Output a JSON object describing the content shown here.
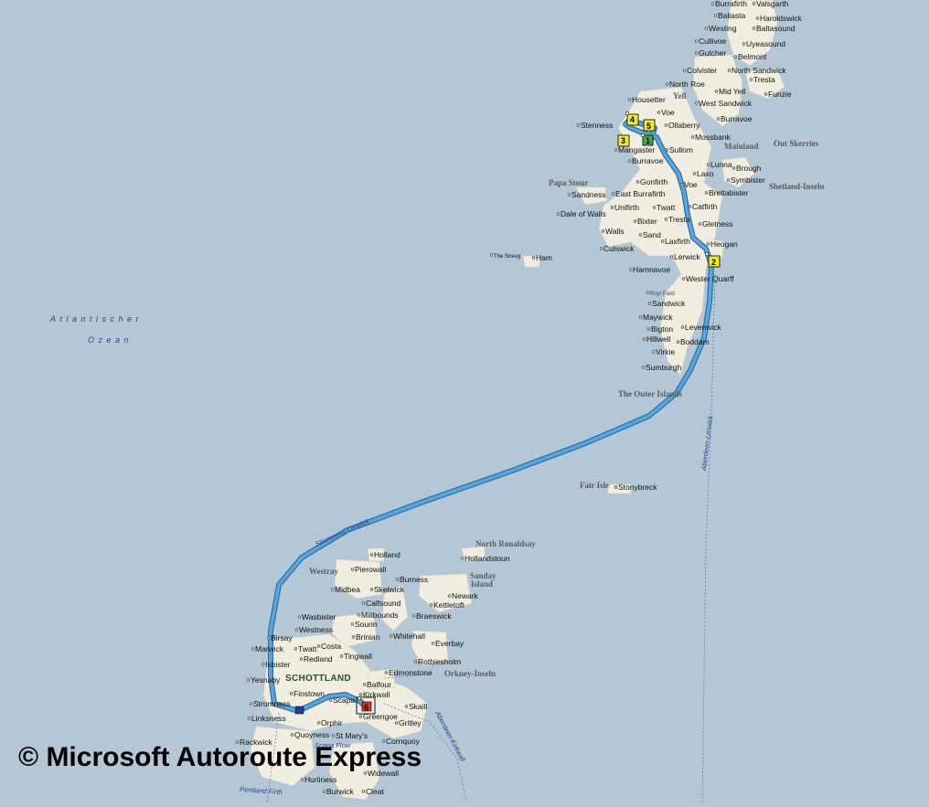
{
  "title": "",
  "copyright": "© Microsoft Autoroute Express",
  "sea_labels": {
    "ocean_line1": "Atlantischer",
    "ocean_line2": "Ozean"
  },
  "region_labels": {
    "yell": "Yell",
    "mainland_shetland": "Mainland",
    "out_skerries": "Out Skerries",
    "papa_stour": "Papa Stour",
    "shetland_inseln": "Shetland-Inseln",
    "outer_islands": "The Outer Islands",
    "fair_isle": "Fair Isle",
    "north_ronaldsay": "North Ronaldsay",
    "westray": "Westray",
    "sanday_line1": "Sanday",
    "sanday_line2": "Island",
    "orkney_inseln": "Orkney-Inseln",
    "schottland": "SCHOTTLAND",
    "the_sneug": "The Sneug",
    "royl_field": "Royl Field"
  },
  "ferry_labels": {
    "aberdeen_lerwick": "Aberdeen-Lerwick",
    "stromness_lerwick": "Stromness-Lerwick",
    "aberdeen_kirkwall": "Aberdeen-Kirkwall",
    "scapa_flow": "Scapa Flow",
    "pentland_firth": "Pentland Firth"
  },
  "shetland_places": {
    "burrafirth": "Burrafirth",
    "valsgarth": "Valsgarth",
    "baliasta": "Baliasta",
    "haroldswick": "Haroldswick",
    "westing": "Westing",
    "baltasound": "Baltasound",
    "cullivoe": "Cullivoe",
    "uyeasound": "Uyeasound",
    "gutcher": "Gutcher",
    "belmont": "Belmont",
    "colvister": "Colvister",
    "north_sandwick": "North Sandwick",
    "tresta_n": "Tresta",
    "north_roe": "North Roe",
    "mid_yell": "Mid Yell",
    "funzie": "Funzie",
    "housetter": "Housetter",
    "west_sandwick": "West Sandwick",
    "voe_n": "Voe",
    "burravoe_e": "Burravoe",
    "stenness": "Stenness",
    "ollaberry": "Ollaberry",
    "mossbank": "Mossbank",
    "sullom": "Sullom",
    "mangaster": "Mangaster",
    "burravoe_w": "Burravoe",
    "lunna": "Lunna",
    "laxo": "Laxo",
    "brough": "Brough",
    "symbister": "Symbister",
    "gonfirth": "Gonfirth",
    "voe_s": "Voe",
    "sandness": "Sandness",
    "east_burrafirth": "East Burrafirth",
    "brettabister": "Brettabister",
    "catfirth": "Catfirth",
    "unifirth": "Unifirth",
    "twatt_s": "Twatt",
    "dale_of_walls": "Dale of Walls",
    "bixter": "Bixter",
    "tresta_s": "Tresta",
    "gletness": "Gletness",
    "walls": "Walls",
    "sand": "Sand",
    "laxfirth": "Laxfirth",
    "heogan": "Heogan",
    "culswick": "Culswick",
    "lerwick": "Lerwick",
    "ham": "Ham",
    "hamnavoe": "Hamnavoe",
    "wester_quarff": "Wester Quarff",
    "sandwick": "Sandwick",
    "maywick": "Maywick",
    "bigton": "Bigton",
    "levenwick": "Levenwick",
    "hillwell": "Hillwell",
    "boddam": "Boddam",
    "virkie": "Virkie",
    "sumburgh": "Sumburgh",
    "stonybreck": "Stonybreck"
  },
  "orkney_places": {
    "hollandstoun": "Hollandstoun",
    "holland": "Holland",
    "pierowall": "Pierowall",
    "burness": "Burness",
    "midbea": "Midbea",
    "skelwick": "Skelwick",
    "newark": "Newark",
    "calfsound": "Calfsound",
    "kettletoft": "Kettletoft",
    "millbounds": "Millbounds",
    "braeswick": "Braeswick",
    "wasbister": "Wasbister",
    "sourin": "Sourin",
    "westness": "Westness",
    "brinian": "Brinian",
    "whitehall": "Whitehall",
    "birsay": "Birsay",
    "everbay": "Everbay",
    "marwick": "Marwick",
    "twatt_o": "Twatt",
    "costa": "Costa",
    "redland": "Redland",
    "tingwall": "Tingwall",
    "rothiesholm": "Rothiesholm",
    "isbister": "Isbister",
    "edmonstone": "Edmonstone",
    "yesnaby": "Yesnaby",
    "balfour": "Balfour",
    "finstown": "Finstown",
    "kirkwall": "Kirkwall",
    "stromness": "Stromness",
    "scapa": "Scapa",
    "skaill": "Skaill",
    "greengoe": "Greengoe",
    "linksness": "Linksness",
    "orphir": "Orphir",
    "gritley": "Gritley",
    "quoyness": "Quoyness",
    "st_marys": "St Mary's",
    "rackwick": "Rackwick",
    "cornquoy": "Cornquoy",
    "hurliness": "Hurliness",
    "widewall": "Widewall",
    "burwick": "Burwick",
    "cleat": "Cleat"
  },
  "waypoints": {
    "w1": "1",
    "w2": "2",
    "w3": "3",
    "w4": "4",
    "w5": "5",
    "w6": "6"
  },
  "colors": {
    "sea": "#b3c7d6",
    "land": "#f1ede0",
    "route": "#4b98cf",
    "route_edge": "#2b6fa3",
    "waypoint_yellow": "#f2ea2e",
    "waypoint_green": "#3cb043",
    "waypoint_red": "#d83a2a",
    "ferry_line": "#5b7fa8"
  },
  "icons": [
    "waypoint-flag-icon",
    "start-flag-icon",
    "destination-flag-icon"
  ]
}
